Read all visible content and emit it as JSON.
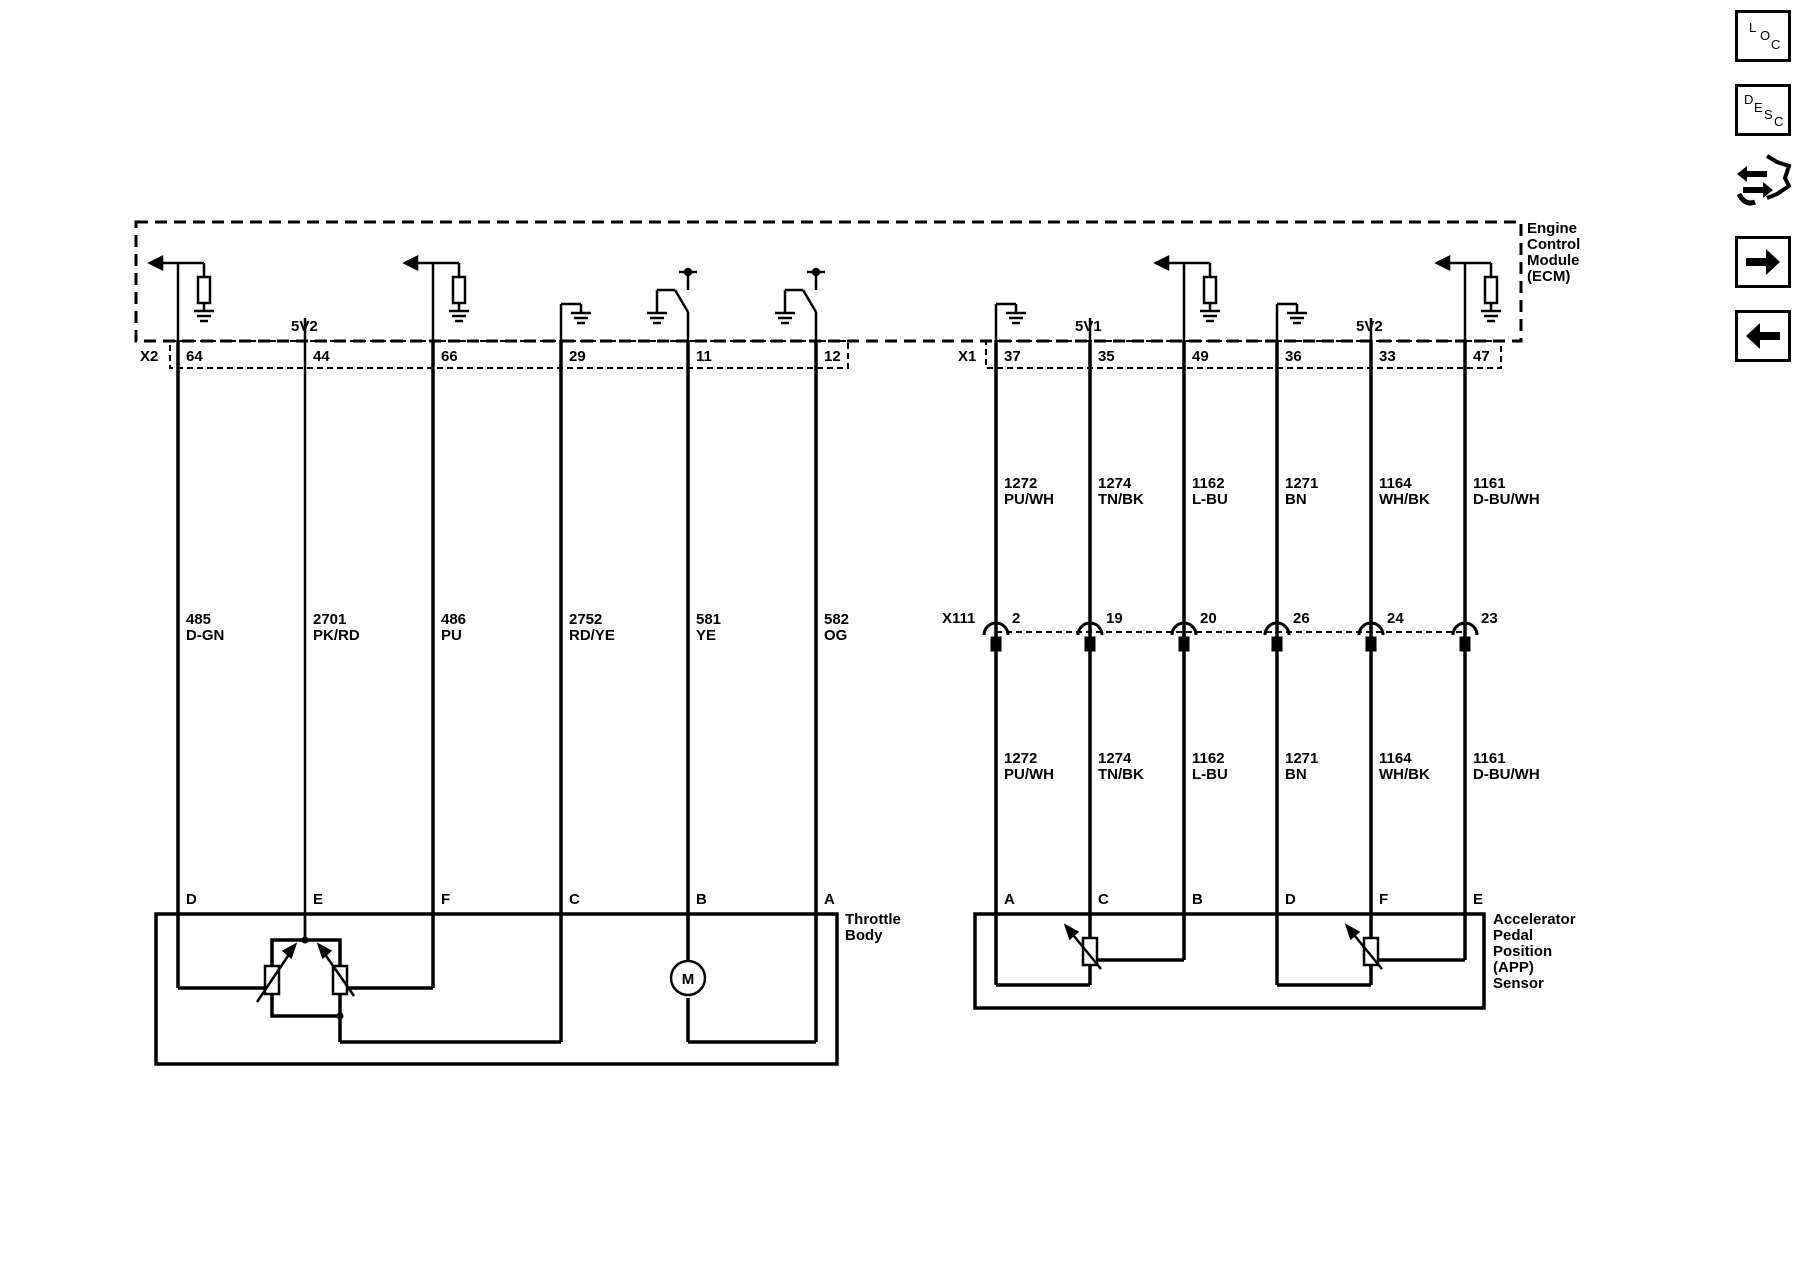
{
  "ecm": {
    "name_lines": [
      "Engine",
      "Control",
      "Module",
      "(ECM)"
    ],
    "x2_label": "X2",
    "x1_label": "X1",
    "v_labels": [
      "5V2",
      "5V1",
      "5V2"
    ]
  },
  "inline_connector": {
    "label": "X111"
  },
  "throttle_body": {
    "name_lines": [
      "Throttle",
      "Body"
    ],
    "wires": [
      {
        "pin": "64",
        "circuit": "485",
        "color": "D-GN",
        "term": "D"
      },
      {
        "pin": "44",
        "circuit": "2701",
        "color": "PK/RD",
        "term": "E"
      },
      {
        "pin": "66",
        "circuit": "486",
        "color": "PU",
        "term": "F"
      },
      {
        "pin": "29",
        "circuit": "2752",
        "color": "RD/YE",
        "term": "C"
      },
      {
        "pin": "11",
        "circuit": "581",
        "color": "YE",
        "term": "B"
      },
      {
        "pin": "12",
        "circuit": "582",
        "color": "OG",
        "term": "A"
      }
    ],
    "motor_label": "M"
  },
  "app_sensor": {
    "name_lines": [
      "Accelerator",
      "Pedal",
      "Position",
      "(APP)",
      "Sensor"
    ],
    "wires": [
      {
        "pin": "37",
        "circuit": "1272",
        "color": "PU/WH",
        "inline_pin": "2",
        "term": "A"
      },
      {
        "pin": "35",
        "circuit": "1274",
        "color": "TN/BK",
        "inline_pin": "19",
        "term": "C"
      },
      {
        "pin": "49",
        "circuit": "1162",
        "color": "L-BU",
        "inline_pin": "20",
        "term": "B"
      },
      {
        "pin": "36",
        "circuit": "1271",
        "color": "BN",
        "inline_pin": "26",
        "term": "D"
      },
      {
        "pin": "33",
        "circuit": "1164",
        "color": "WH/BK",
        "inline_pin": "24",
        "term": "F"
      },
      {
        "pin": "47",
        "circuit": "1161",
        "color": "D-BU/WH",
        "inline_pin": "23",
        "term": "E"
      }
    ]
  },
  "nav": {
    "loc": [
      "L",
      "O",
      "C"
    ],
    "desc": [
      "D",
      "E",
      "S",
      "C"
    ],
    "icons": [
      "connector-end-view-icon",
      "next-arrow-icon",
      "previous-arrow-icon"
    ]
  }
}
